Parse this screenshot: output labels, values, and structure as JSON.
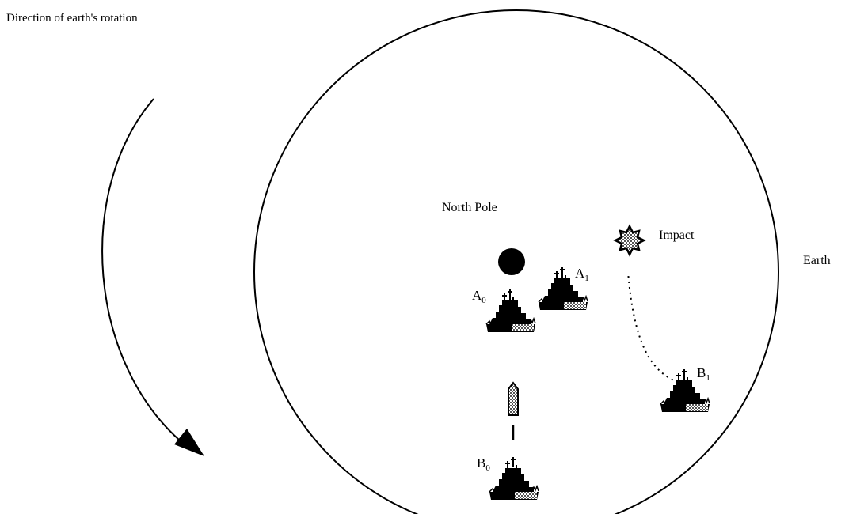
{
  "labels": {
    "rotation_direction": "Direction of earth's rotation",
    "north_pole": "North Pole",
    "impact": "Impact",
    "earth": "Earth"
  },
  "ships": [
    {
      "id": "A",
      "letter": "A",
      "sub": "0"
    },
    {
      "id": "A",
      "letter": "A",
      "sub": "1"
    },
    {
      "id": "B",
      "letter": "B",
      "sub": "0"
    },
    {
      "id": "B",
      "letter": "B",
      "sub": "1"
    }
  ],
  "colors": {
    "ink": "#000000",
    "hatch": "#9a9a9a",
    "background": "#ffffff"
  }
}
